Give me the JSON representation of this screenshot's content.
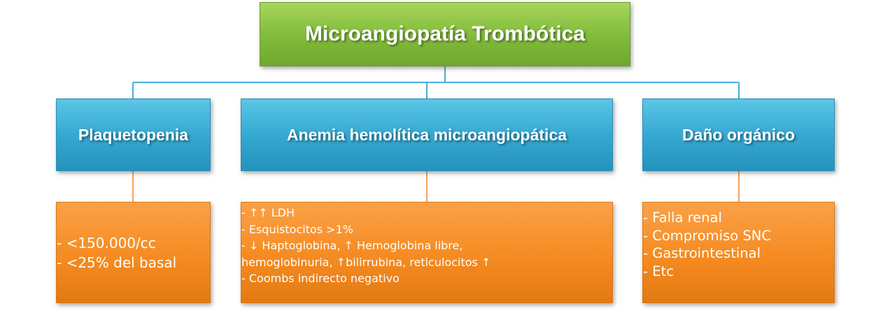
{
  "title": "Microangiopatía Trombótica",
  "categories": [
    {
      "label": "Plaquetopenia",
      "details": [
        "- <150.000/cc",
        "- <25% del basal"
      ]
    },
    {
      "label": "Anemia hemolítica microangiopática",
      "details": [
        "- ↑↑ LDH",
        "- Esquistocitos >1%",
        "- ↓ Haptoglobina, ↑ Hemoglobina libre,",
        "hemoglobinuria, ↑bilirrubina, reticulocitos ↑",
        "- Coombs indirecto negativo"
      ]
    },
    {
      "label": "Daño orgánico",
      "details": [
        "- Falla renal",
        "- Compromiso SNC",
        "- Gastrointestinal",
        "- Etc"
      ]
    }
  ],
  "colors": {
    "title_fill": "#86bf3e",
    "category_fill": "#35a9d2",
    "detail_fill": "#f58b21",
    "connector_blue": "#4aaed4",
    "connector_orange": "#f7a35c"
  }
}
